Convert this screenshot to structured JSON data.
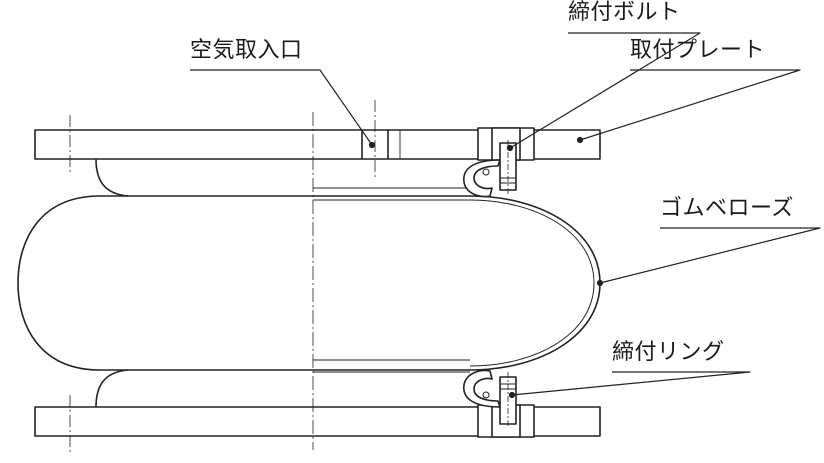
{
  "labels": {
    "air_inlet": "空気取入口",
    "clamp_bolt": "締付ボルト",
    "mounting_plate": "取付プレート",
    "rubber_bellows": "ゴムベローズ",
    "clamp_ring": "締付リング"
  }
}
